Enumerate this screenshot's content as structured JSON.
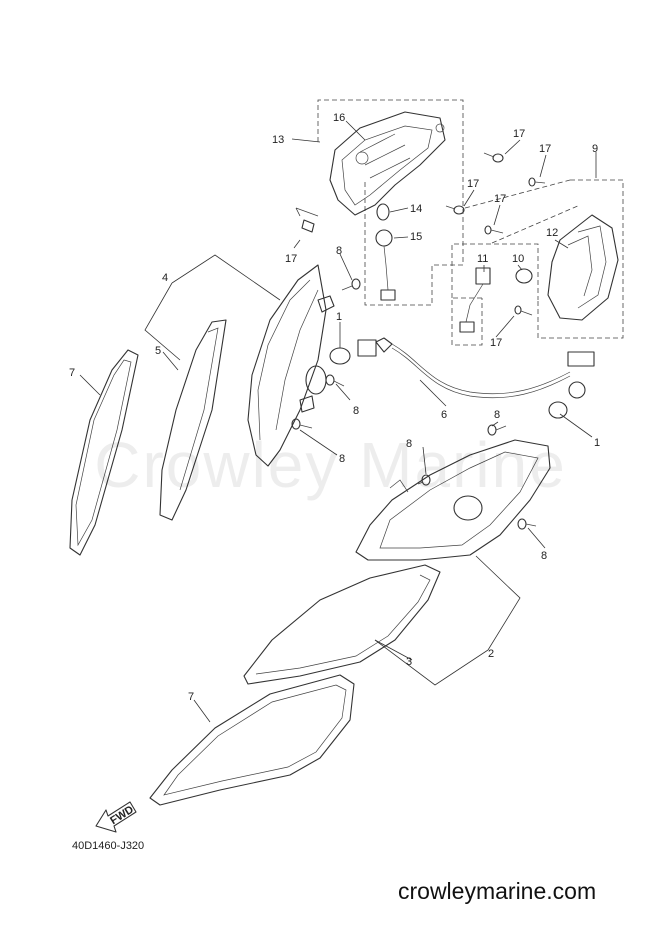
{
  "watermark": "Crowley Marine",
  "diagram_code": "40D1460-J320",
  "footer_site": "crowleymarine.com",
  "fwd_label": "FWD",
  "callouts": {
    "c1a": "1",
    "c1b": "1",
    "c2": "2",
    "c3": "3",
    "c4": "4",
    "c5": "5",
    "c6": "6",
    "c7a": "7",
    "c7b": "7",
    "c8a": "8",
    "c8b": "8",
    "c8c": "8",
    "c8d": "8",
    "c8e": "8",
    "c8f": "8",
    "c9": "9",
    "c10": "10",
    "c11": "11",
    "c12": "12",
    "c13": "13",
    "c14": "14",
    "c15": "15",
    "c16": "16",
    "c17a": "17",
    "c17b": "17",
    "c17c": "17",
    "c17d": "17",
    "c17e": "17",
    "c17f": "17"
  }
}
